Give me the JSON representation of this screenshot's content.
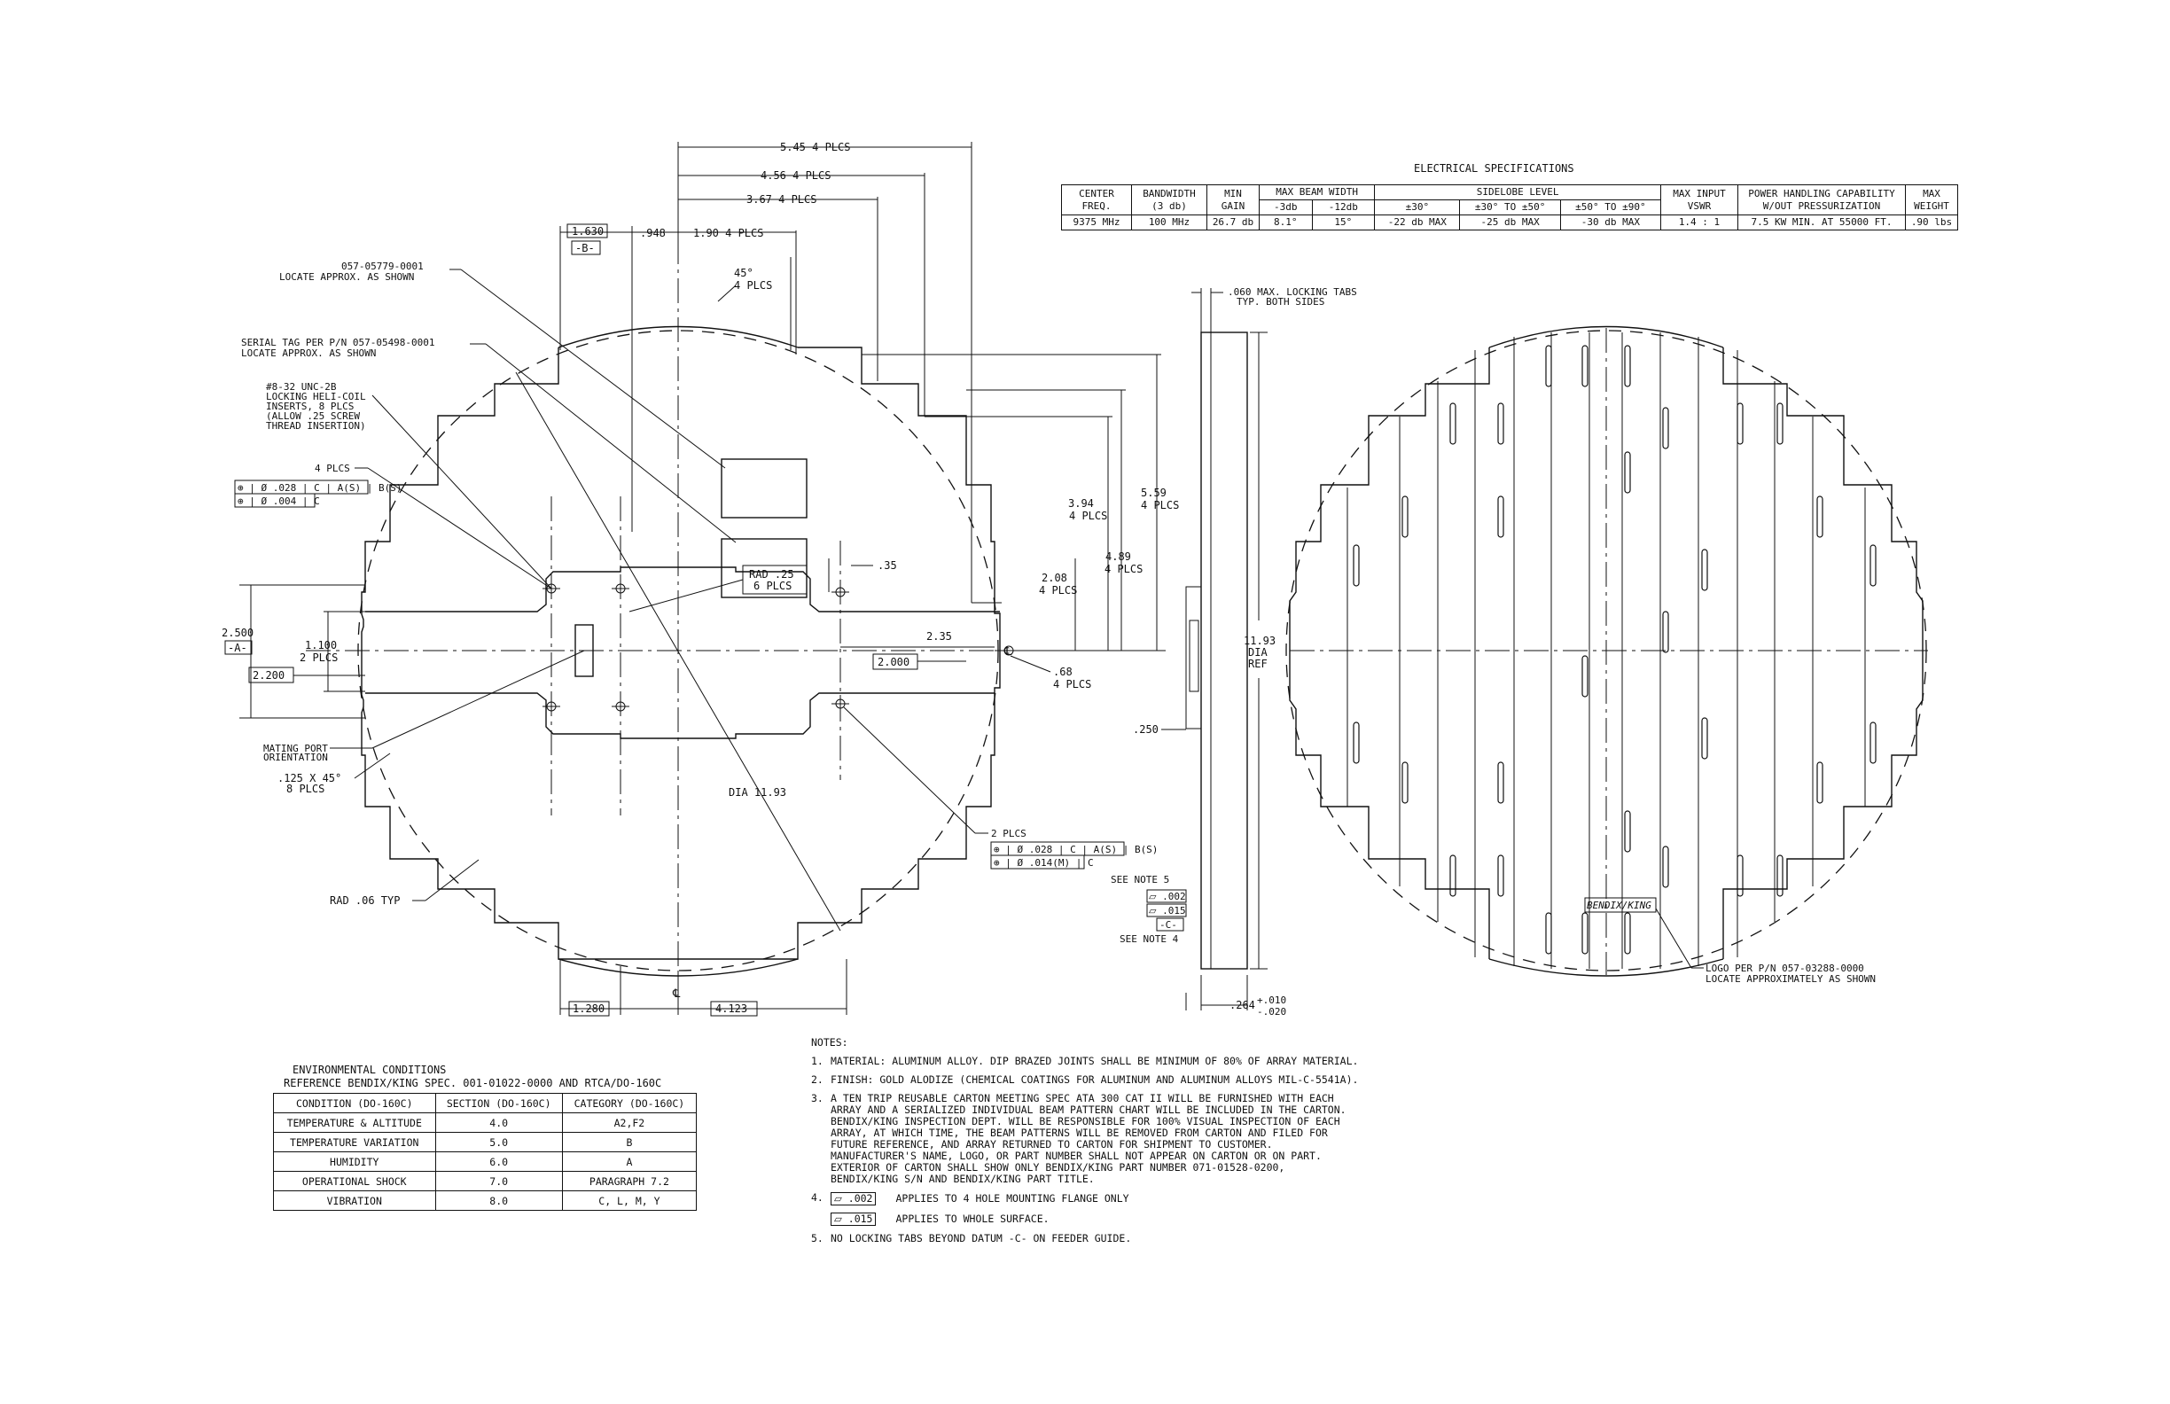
{
  "drawing": {
    "dimensions": {
      "d545": "5.45 4 PLCS",
      "d456": "4.56 4 PLCS",
      "d367": "3.67 4 PLCS",
      "d1630": "1.630",
      "datumB": "-B-",
      "d948": ".948",
      "d190": "1.90 4 PLCS",
      "ang45": "45°",
      "ang45plcs": "4 PLCS",
      "d2500": "2.500",
      "datumA": "-A-",
      "d1100": "1.100",
      "d1100plcs": "2 PLCS",
      "d2200": "2.200",
      "d35": ".35",
      "d235": "2.35",
      "d2000": "2.000",
      "d68": ".68",
      "d68plcs": "4 PLCS",
      "d208": "2.08",
      "d208plcs": "4 PLCS",
      "d394": "3.94",
      "d394plcs": "4 PLCS",
      "d489": "4.89",
      "d489plcs": "4 PLCS",
      "d559": "5.59",
      "d559plcs": "4 PLCS",
      "d1280": "1.280",
      "d4123": "4.123",
      "dia1193": "DIA 11.93",
      "rad25": "RAD .25",
      "rad25plcs": "6 PLCS",
      "rad06": "RAD .06 TYP",
      "d060_1": ".060 MAX. LOCKING TABS",
      "d060_2": "TYP. BOTH SIDES",
      "d250": ".250",
      "d264": ".264",
      "tolPlus": "+.010",
      "tolMinus": "-.020",
      "sideDia1": "11.93",
      "sideDia2": "DIA",
      "sideDia3": "REF",
      "centerline": "℄"
    },
    "callouts": {
      "part1a": "057-05779-0001",
      "part1b": "LOCATE APPROX. AS SHOWN",
      "serial1": "SERIAL TAG PER P/N 057-05498-0001",
      "serial2": "LOCATE APPROX. AS SHOWN",
      "insert1": "#8-32 UNC-2B",
      "insert2": "LOCKING HELI-COIL",
      "insert3": "INSERTS, 8 PLCS",
      "insert4": "(ALLOW .25 SCREW",
      "insert5": "THREAD INSERTION)",
      "plcs4": "4 PLCS",
      "fcf1a": "⊕ | Ø .028 | C | A(S) | B(S)",
      "fcf1b": "⊕ | Ø .004 | C",
      "mating1": "MATING PORT",
      "mating2": "ORIENTATION",
      "chamfer1": ".125 X 45°",
      "chamfer2": "8 PLCS",
      "plcs2": "2 PLCS",
      "fcf2a": "⊕ | Ø .028 | C | A(S) | B(S)",
      "fcf2b": "⊕ | Ø .014(M) | C",
      "seeNote5": "SEE NOTE 5",
      "flat002": "⏥ .002",
      "flat015": "⏥ .015",
      "datumC": "-C-",
      "seeNote4": "SEE NOTE 4",
      "logoTag": "BENDIX/KING",
      "logo1": "LOGO PER P/N 057-03288-0000",
      "logo2": "LOCATE APPROXIMATELY AS SHOWN"
    }
  },
  "electrical": {
    "title": "ELECTRICAL SPECIFICATIONS",
    "headers": {
      "center_freq": "CENTER FREQ.",
      "bandwidth": "BANDWIDTH (3 db)",
      "min_gain": "MIN GAIN",
      "max_beam": "MAX BEAM WIDTH",
      "beam_3db": "-3db",
      "beam_12db": "-12db",
      "sidelobe": "SIDELOBE LEVEL",
      "sl_30": "±30°",
      "sl_30_50": "±30° TO ±50°",
      "sl_50_90": "±50° TO ±90°",
      "vswr": "MAX INPUT VSWR",
      "power": "POWER HANDLING CAPABILITY W/OUT PRESSURIZATION",
      "weight": "MAX WEIGHT"
    },
    "row": {
      "center_freq": "9375 MHz",
      "bandwidth": "100 MHz",
      "min_gain": "26.7 db",
      "beam_3db": "8.1°",
      "beam_12db": "15°",
      "sl_30": "-22 db MAX",
      "sl_30_50": "-25 db MAX",
      "sl_50_90": "-30 db MAX",
      "vswr": "1.4 : 1",
      "power": "7.5 KW MIN. AT 55000 FT.",
      "weight": ".90 lbs"
    }
  },
  "environmental": {
    "title": "ENVIRONMENTAL CONDITIONS",
    "reference": "REFERENCE BENDIX/KING SPEC. 001-01022-0000 AND RTCA/DO-160C",
    "headers": [
      "CONDITION (DO-160C)",
      "SECTION (DO-160C)",
      "CATEGORY (DO-160C)"
    ],
    "rows": [
      [
        "TEMPERATURE & ALTITUDE",
        "4.0",
        "A2,F2"
      ],
      [
        "TEMPERATURE VARIATION",
        "5.0",
        "B"
      ],
      [
        "HUMIDITY",
        "6.0",
        "A"
      ],
      [
        "OPERATIONAL SHOCK",
        "7.0",
        "PARAGRAPH 7.2"
      ],
      [
        "VIBRATION",
        "8.0",
        "C, L, M, Y"
      ]
    ]
  },
  "notes": {
    "heading": "NOTES:",
    "n1_num": "1.",
    "n1": "MATERIAL: ALUMINUM ALLOY. DIP BRAZED JOINTS SHALL BE MINIMUM OF 80% OF ARRAY MATERIAL.",
    "n2_num": "2.",
    "n2": "FINISH: GOLD ALODIZE (CHEMICAL COATINGS FOR ALUMINUM AND ALUMINUM ALLOYS MIL-C-5541A).",
    "n3_num": "3.",
    "n3": "A TEN TRIP REUSABLE CARTON MEETING SPEC ATA 300 CAT II WILL BE FURNISHED WITH EACH\nARRAY AND A SERIALIZED INDIVIDUAL BEAM PATTERN CHART WILL BE INCLUDED IN THE CARTON.\nBENDIX/KING INSPECTION DEPT. WILL BE RESPONSIBLE FOR 100% VISUAL INSPECTION OF EACH\nARRAY, AT WHICH TIME, THE BEAM PATTERNS WILL BE REMOVED FROM CARTON AND FILED FOR\nFUTURE REFERENCE, AND ARRAY RETURNED TO CARTON FOR SHIPMENT TO CUSTOMER.\nMANUFACTURER'S NAME, LOGO, OR PART NUMBER SHALL NOT APPEAR ON CARTON OR ON PART.\nEXTERIOR OF CARTON SHALL SHOW ONLY BENDIX/KING PART NUMBER 071-01528-0200,\nBENDIX/KING S/N AND BENDIX/KING PART TITLE.",
    "n4_num": "4.",
    "n4_sym": "⏥ .002",
    "n4": "APPLIES TO 4 HOLE MOUNTING FLANGE ONLY",
    "n4b_sym": "⏥ .015",
    "n4b": "APPLIES TO WHOLE SURFACE.",
    "n5_num": "5.",
    "n5": "NO LOCKING TABS BEYOND DATUM -C- ON FEEDER GUIDE."
  }
}
